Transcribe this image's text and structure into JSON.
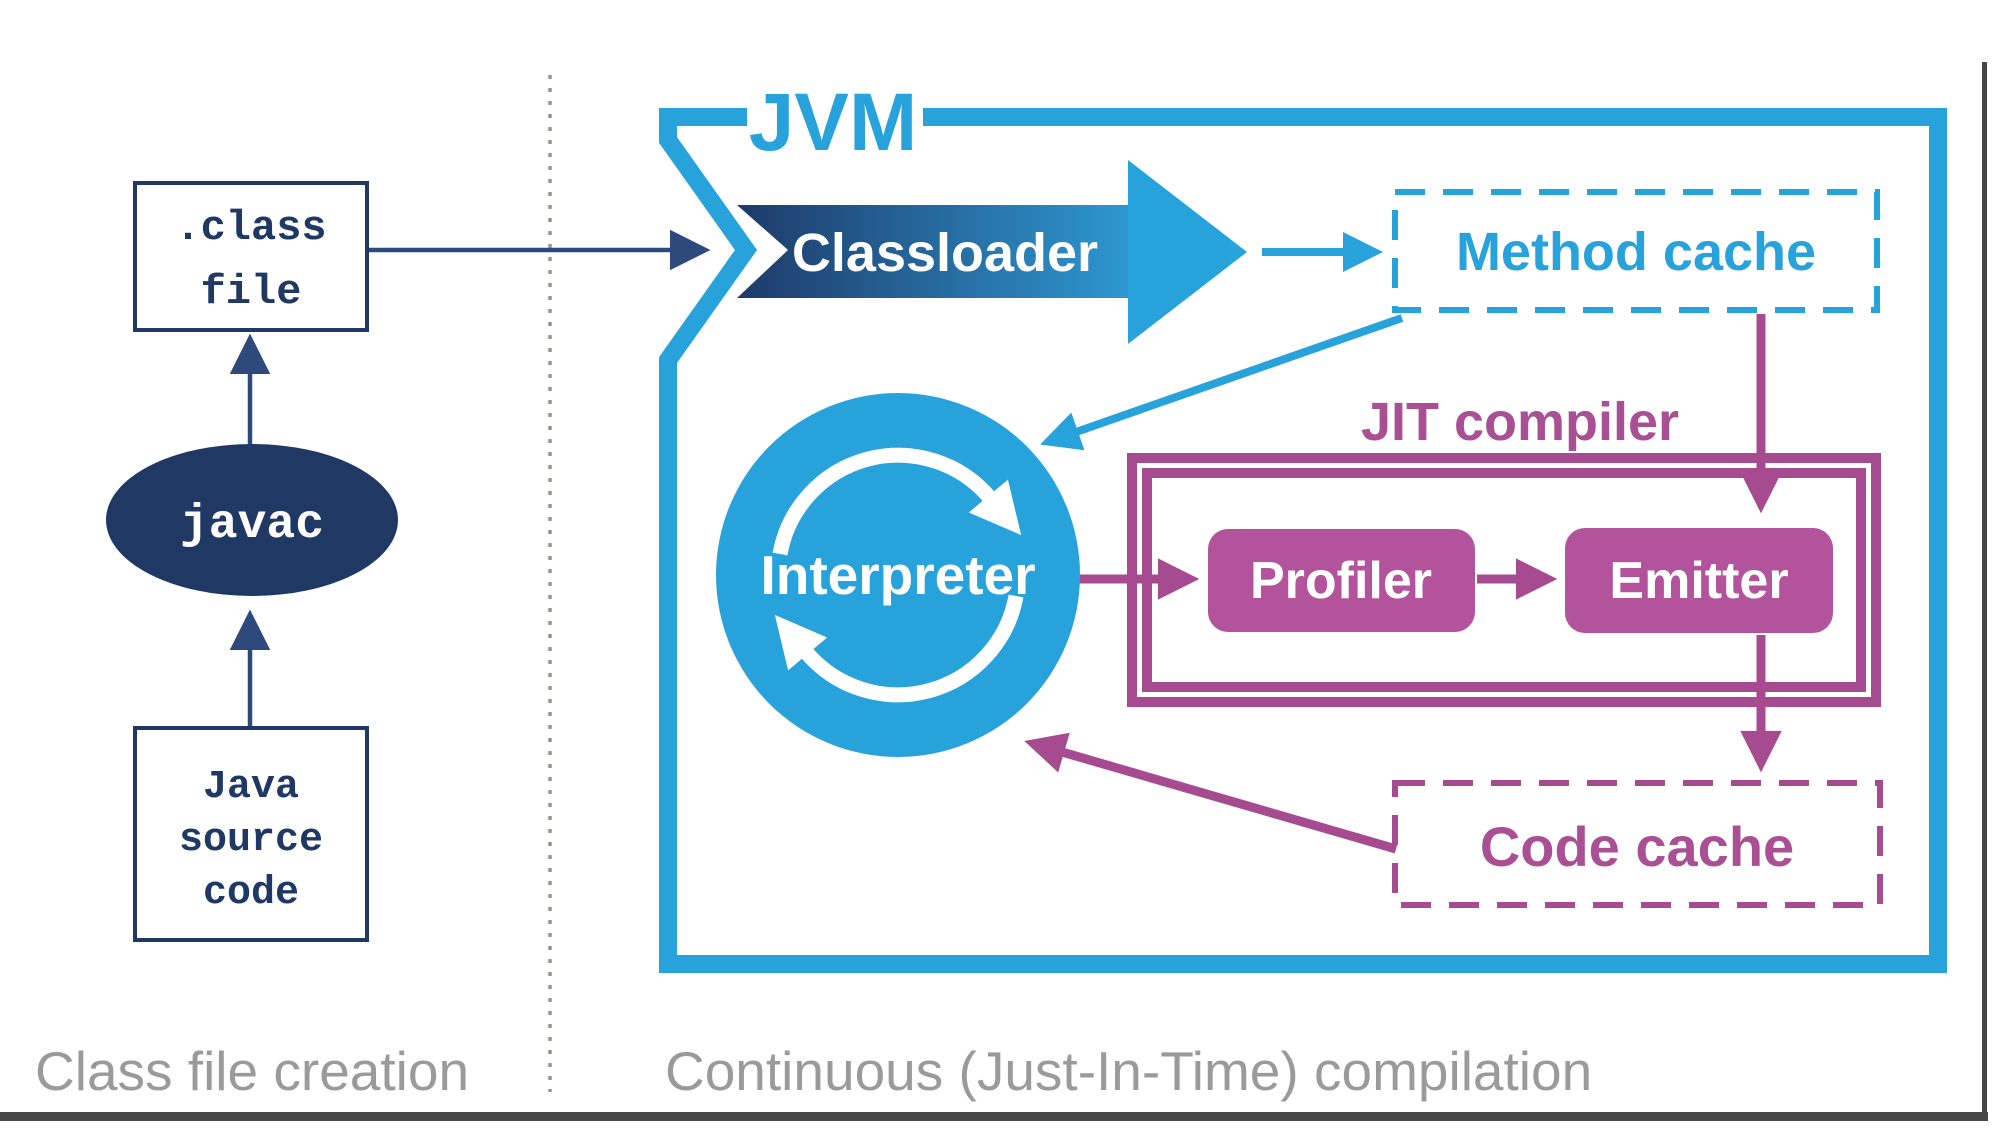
{
  "diagram": {
    "captions": {
      "left": "Class file creation",
      "right": "Continuous (Just-In-Time) compilation"
    },
    "nodes": {
      "java_source_code": {
        "line1": "Java",
        "line2": "source",
        "line3": "code"
      },
      "javac": {
        "label": "javac"
      },
      "class_file": {
        "line1": ".class",
        "line2": "file"
      },
      "jvm": {
        "label": "JVM"
      },
      "classloader": {
        "label": "Classloader"
      },
      "method_cache": {
        "label": "Method cache"
      },
      "interpreter": {
        "label": "Interpreter"
      },
      "jit_compiler": {
        "label": "JIT compiler"
      },
      "profiler": {
        "label": "Profiler"
      },
      "emitter": {
        "label": "Emitter"
      },
      "code_cache": {
        "label": "Code cache"
      }
    },
    "colors": {
      "navy": "#1f3864",
      "arrow-navy": "#2e4a7c",
      "blue": "#27a2da",
      "grad-dark": "#1e3a69",
      "grad-light": "#2e97d1",
      "magenta-fill": "#b2539b",
      "magenta-line": "#a74b90",
      "magenta-text": "#a94f93",
      "gray-text": "#9a9a9a",
      "divider": "#9a948c",
      "frame": "#474747"
    }
  }
}
